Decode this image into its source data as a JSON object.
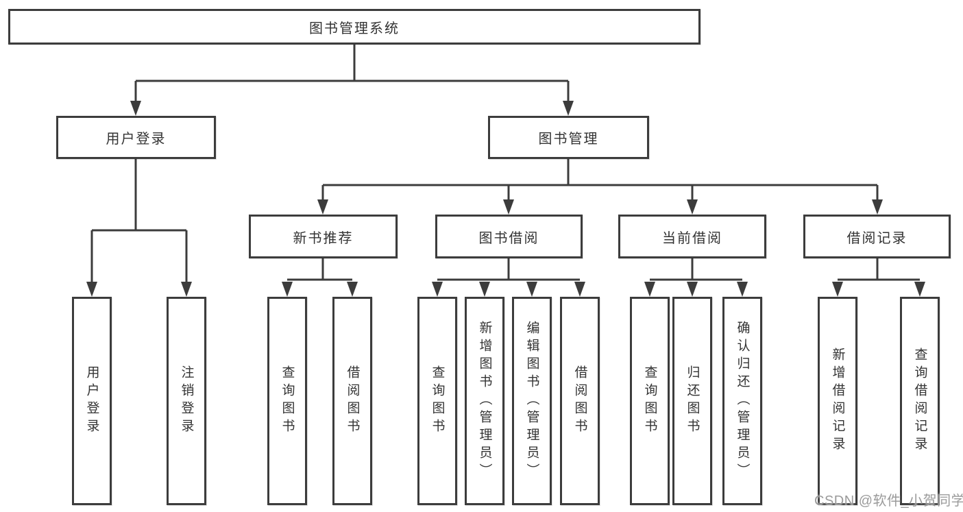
{
  "diagram": {
    "root": "图书管理系统",
    "level2": {
      "user_login": "用户登录",
      "book_management": "图书管理"
    },
    "level3": {
      "new_book_recommendation": "新书推荐",
      "book_borrowing": "图书借阅",
      "current_borrowing": "当前借阅",
      "borrowing_records": "借阅记录"
    },
    "leaves": {
      "user_login": "用户登录",
      "logout": "注销登录",
      "recommend_query_books": "查询图书",
      "recommend_borrow_books": "借阅图书",
      "borrowing_query_books": "查询图书",
      "borrowing_add_books": "新增图书（管理员）",
      "borrowing_edit_books": "编辑图书（管理员）",
      "borrowing_borrow_books": "借阅图书",
      "current_query_books": "查询图书",
      "current_return_books": "归还图书",
      "current_confirm_return": "确认归还（管理员）",
      "records_add_record": "新增借阅记录",
      "records_query_record": "查询借阅记录"
    }
  },
  "watermark": "CSDN @软件_小贺同学",
  "colors": {
    "line": "#3c3c3c",
    "border": "#3c3c3c",
    "text": "#333333",
    "watermark": "#9a9a9a",
    "background": "#ffffff"
  }
}
